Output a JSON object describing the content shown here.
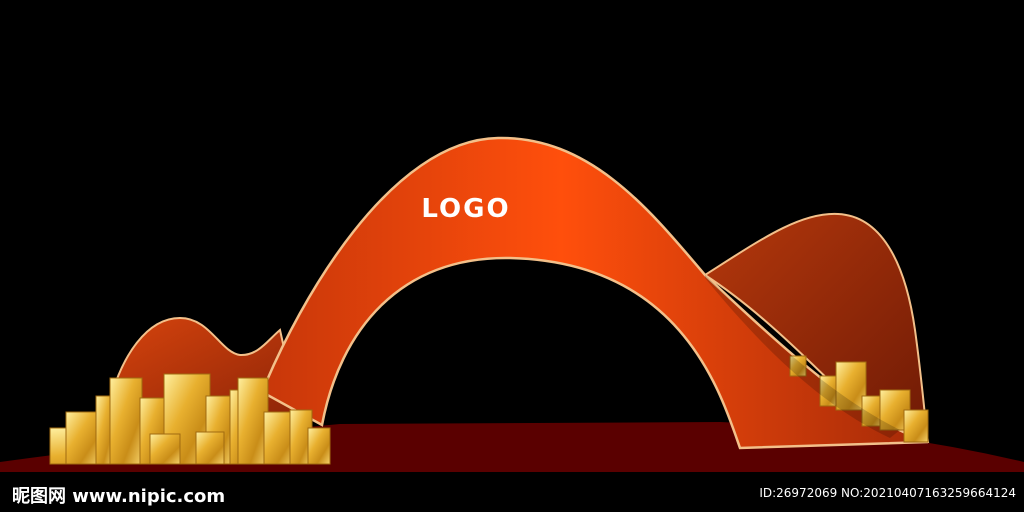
{
  "logo": {
    "text": "LOGO"
  },
  "watermark": {
    "site": "昵图网 www.nipic.com",
    "id_line": "ID:26972069 NO:20210407163259664124"
  },
  "colors": {
    "background": "#000000",
    "floor": "#5a0000",
    "arch_orange": "#ff4c0a",
    "arch_dark": "#9a2a0a",
    "outline": "#f3c08a",
    "gold": "#e9b73a"
  }
}
